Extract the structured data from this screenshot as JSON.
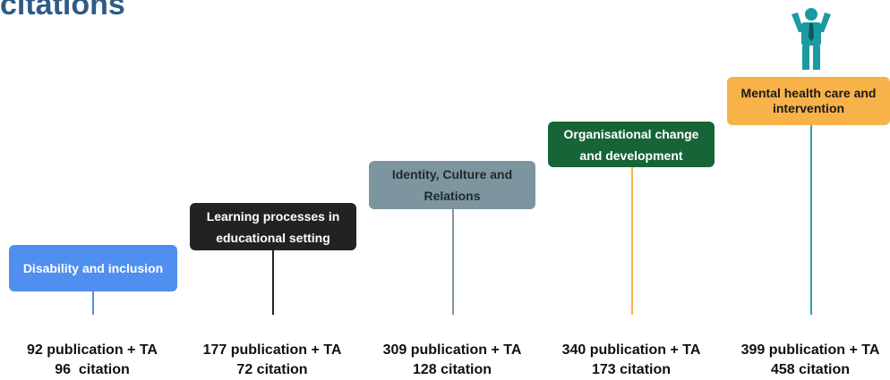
{
  "header": {
    "title": "citations"
  },
  "icons": {
    "person": "person-arms-raised-icon",
    "person_color": "#1a9aa3"
  },
  "steps": [
    {
      "label": "Disability and inclusion",
      "publications": "92 publication + TA",
      "citations": "96  citation",
      "color": "#4f8ff0"
    },
    {
      "label": "Learning processes in educational setting",
      "publications": "177 publication + TA",
      "citations": "72 citation",
      "color": "#222222"
    },
    {
      "label": "Identity, Culture and Relations",
      "publications": "309 publication + TA",
      "citations": "128 citation",
      "color": "#7d959f"
    },
    {
      "label": "Organisational change and development",
      "publications": "340 publication + TA",
      "citations": "173 citation",
      "color": "#176437"
    },
    {
      "label": "Mental health care and intervention",
      "publications": "399 publication + TA",
      "citations": "458 citation",
      "color": "#f8b24a"
    }
  ]
}
